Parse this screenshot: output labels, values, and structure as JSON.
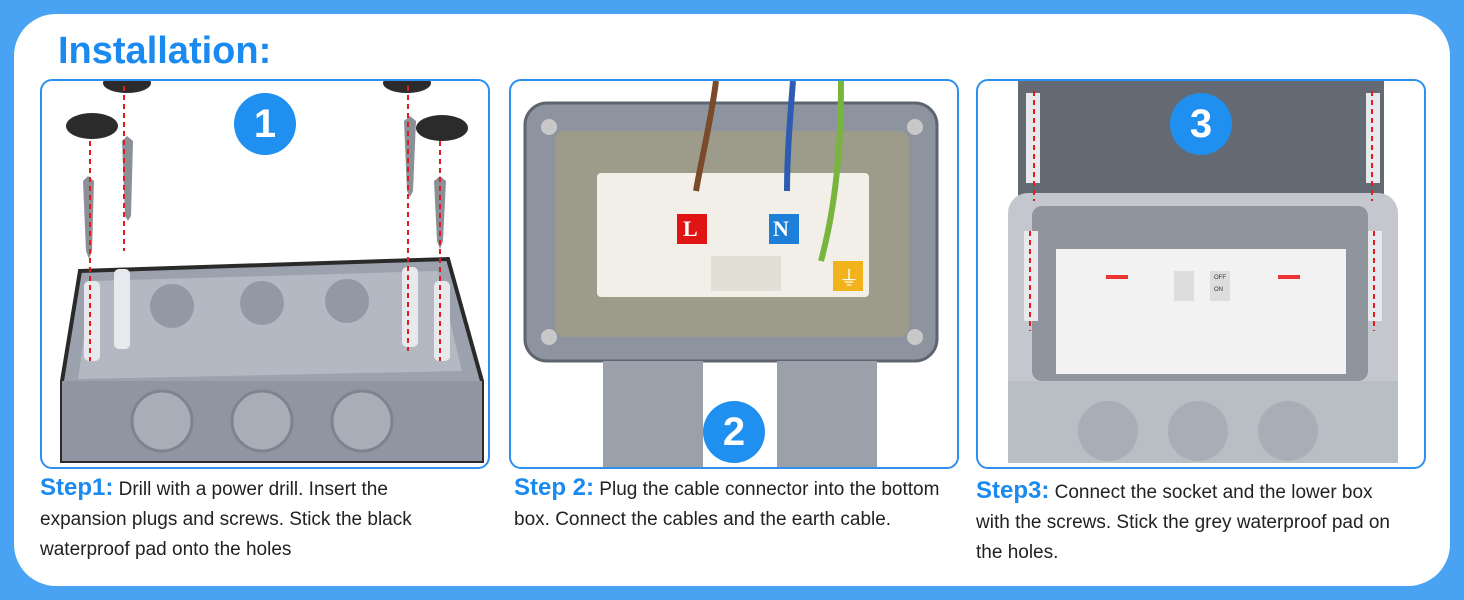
{
  "title": "Installation:",
  "steps": [
    {
      "badge": "1",
      "label": "Step1:",
      "text": " Drill with a power drill. Insert the expansion plugs and screws. Stick the black waterproof pad onto the holes"
    },
    {
      "badge": "2",
      "label": "Step 2:",
      "text": " Plug the cable connector into the bottom box. Connect the cables and the earth cable."
    },
    {
      "badge": "3",
      "label": "Step3:",
      "text": " Connect the socket and the lower box with the screws. Stick the grey waterproof pad on the holes."
    }
  ],
  "terminals": {
    "live": "L",
    "neutral": "N"
  },
  "switch_labels": {
    "off": "OFF",
    "on": "ON"
  },
  "colors": {
    "accent": "#1f8ff0",
    "background": "#4aa3f2",
    "box_grey": "#9aa0ab",
    "live": "#e01414",
    "neutral": "#1e7fd8",
    "earth": "#f2b21b"
  }
}
